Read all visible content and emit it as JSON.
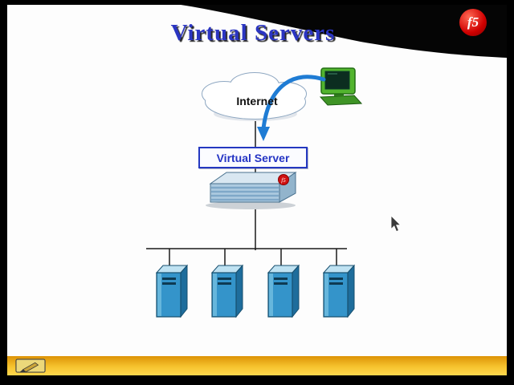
{
  "slide": {
    "title": "Virtual Servers",
    "labels": {
      "internet": "Internet",
      "virtual_server": "Virtual Server"
    },
    "logo_text": "f5",
    "appliance_badge": "f5"
  },
  "icons": {
    "cloud": "internet-cloud-icon",
    "client": "client-computer-icon",
    "arrow": "traffic-arrow-icon",
    "appliance": "bigip-appliance-icon",
    "servers": "server-tower-icon",
    "pencil": "annotation-pencil-icon",
    "cursor": "mouse-cursor"
  },
  "colors": {
    "title_blue": "#2b35c2",
    "box_border_blue": "#2438c0",
    "arrow_blue": "#1f7cd4",
    "server_blue": "#3494ca",
    "footer_yellow": "#f6c32e",
    "logo_red": "#d00000"
  }
}
